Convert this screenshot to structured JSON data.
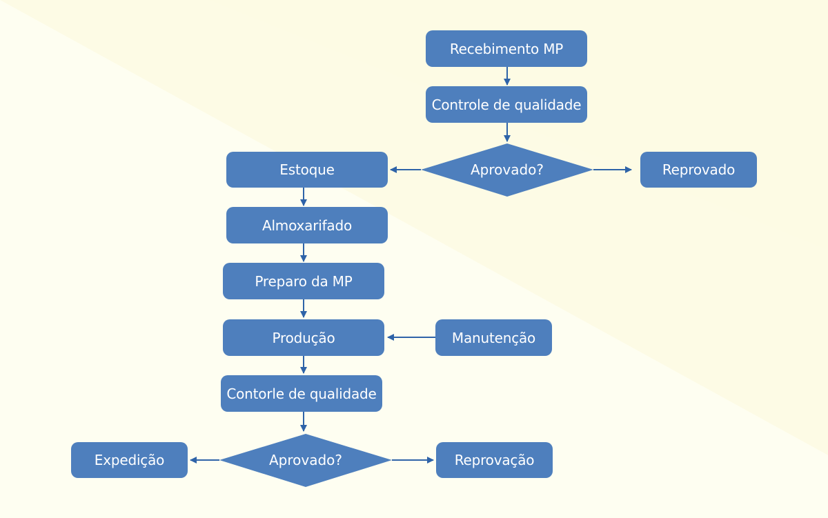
{
  "nodes": {
    "recebimento": "Recebimento MP",
    "controle1": "Controle de qualidade",
    "aprovado1": "Aprovado?",
    "reprovado": "Reprovado",
    "estoque": "Estoque",
    "almoxarifado": "Almoxarifado",
    "preparo": "Preparo da MP",
    "producao": "Produção",
    "manutencao": "Manutenção",
    "controle2": "Contorle de qualidade",
    "aprovado2": "Aprovado?",
    "expedicao": "Expedição",
    "reprovacao": "Reprovação"
  },
  "colors": {
    "node_fill": "#4e7fbd",
    "arrow": "#2e63a8",
    "text": "#ffffff",
    "background": "#fefef0"
  }
}
